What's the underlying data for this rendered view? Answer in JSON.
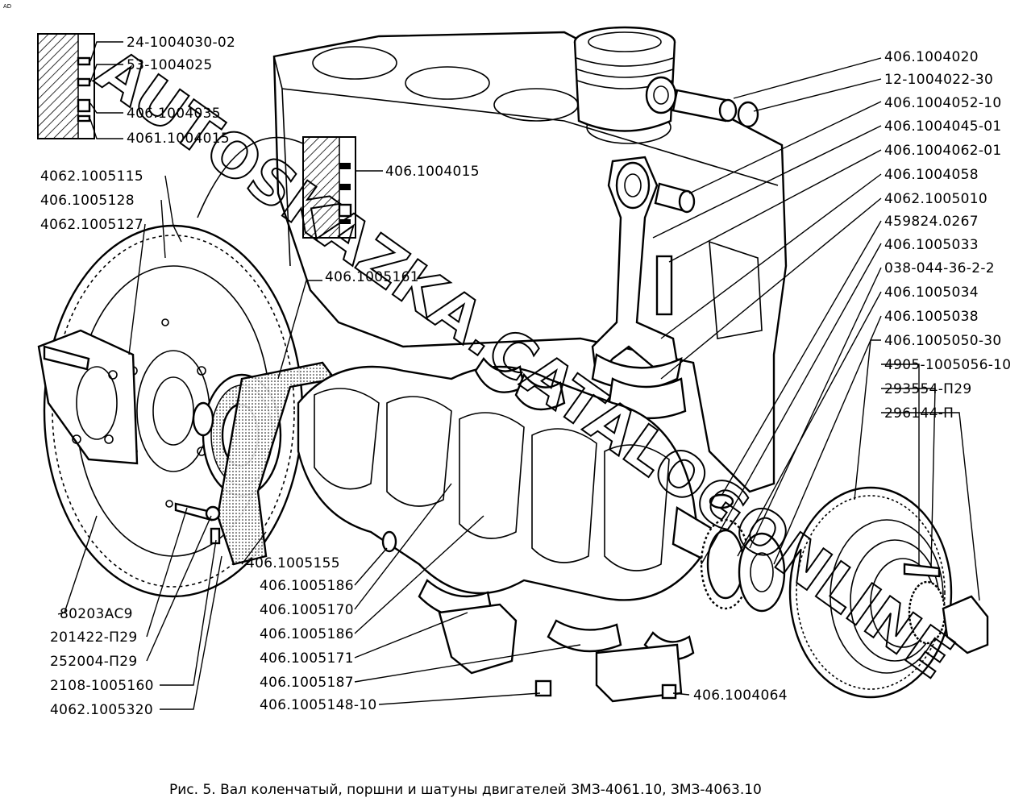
{
  "corner_mark": "AD",
  "watermark": "AUTOSKAZKA.CATALOGONLINE",
  "caption": "Рис. 5. Вал коленчатый, поршни и шатуны двигателей ЗМЗ-4061.10, ЗМЗ-4063.10",
  "labels_top_left": [
    "24-1004030-02",
    "53-1004025",
    "406.1004035",
    "4061.1004015"
  ],
  "label_ring_inset": "406.1004015",
  "labels_left": [
    "4062.1005115",
    "406.1005128",
    "4062.1005127"
  ],
  "label_center_top": "406.1005161",
  "labels_right": [
    "406.1004020",
    "12-1004022-30",
    "406.1004052-10",
    "406.1004045-01",
    "406.1004062-01",
    "406.1004058",
    "4062.1005010",
    "459824.0267",
    "406.1005033",
    "038-044-36-2-2",
    "406.1005034",
    "406.1005038",
    "406.1005050-30",
    "4905-1005056-10",
    "293554-П29",
    "296144-П"
  ],
  "labels_bottom_left": [
    "80203АС9",
    "201422-П29",
    "252004-П29",
    "2108-1005160",
    "4062.1005320"
  ],
  "labels_bottom_center": [
    "406.1005155",
    "406.1005186",
    "406.1005170",
    "406.1005186",
    "406.1005171",
    "406.1005187",
    "406.1005148-10"
  ],
  "label_bottom_right": "406.1004064"
}
